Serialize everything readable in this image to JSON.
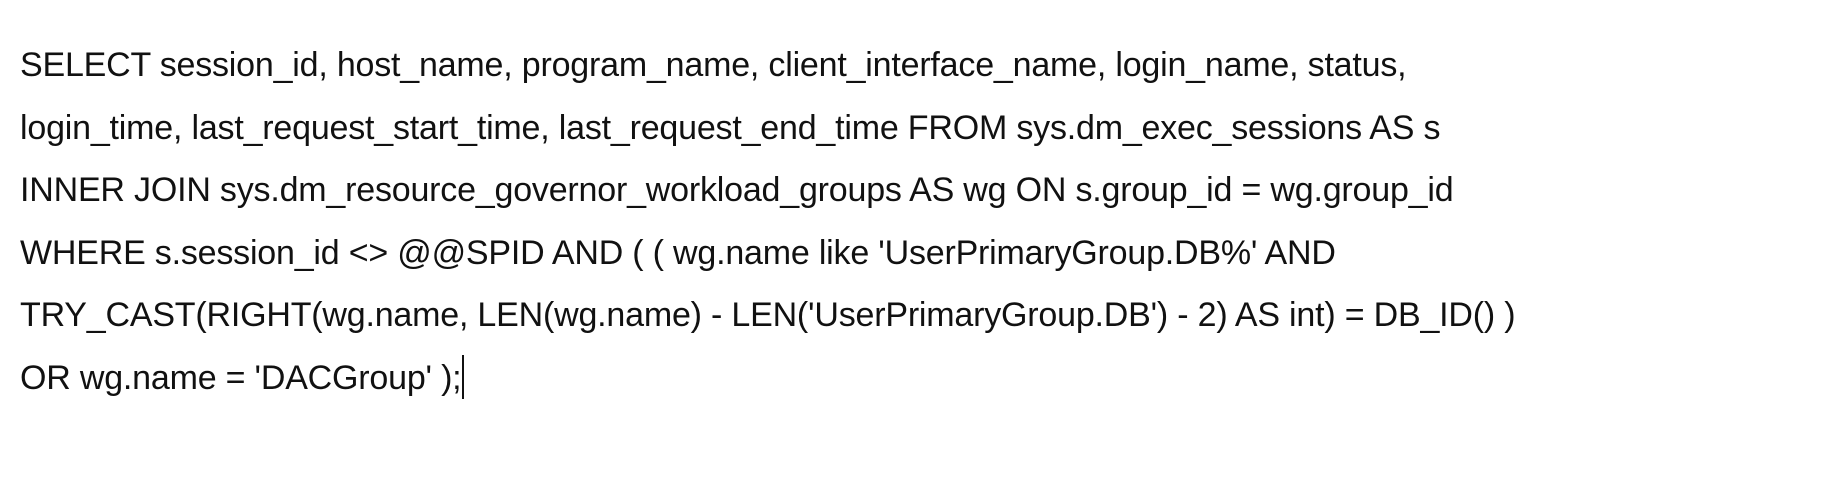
{
  "document": {
    "lines": [
      "SELECT session_id, host_name, program_name, client_interface_name, login_name, status,",
      "login_time, last_request_start_time, last_request_end_time FROM sys.dm_exec_sessions AS s",
      "INNER JOIN sys.dm_resource_governor_workload_groups AS wg ON s.group_id = wg.group_id",
      "WHERE s.session_id <> @@SPID AND ( ( wg.name like 'UserPrimaryGroup.DB%' AND",
      "TRY_CAST(RIGHT(wg.name, LEN(wg.name) - LEN('UserPrimaryGroup.DB') - 2) AS int) = DB_ID() )",
      "OR wg.name = 'DACGroup' );"
    ]
  }
}
